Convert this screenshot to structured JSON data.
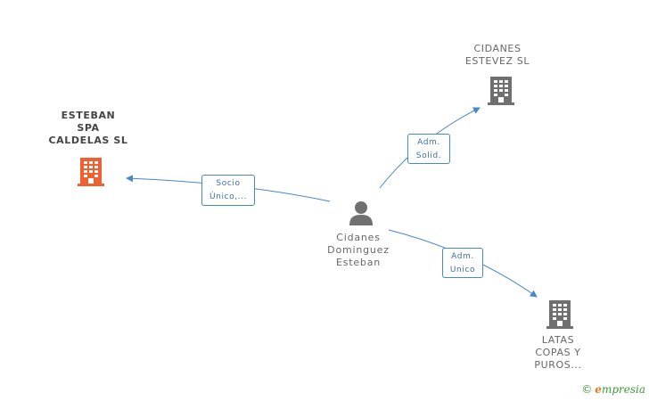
{
  "nodes": {
    "esteban": {
      "lines": [
        "ESTEBAN",
        "SPA",
        "CALDELAS SL"
      ],
      "color": "#f06030"
    },
    "cidanes_estevez": {
      "lines": [
        "CIDANES",
        "ESTEVEZ SL"
      ],
      "color": "#707070"
    },
    "latas": {
      "lines": [
        "LATAS",
        "COPAS Y",
        "PUROS..."
      ],
      "color": "#707070"
    },
    "person": {
      "lines": [
        "Cidanes",
        "Dominguez",
        "Esteban"
      ],
      "color": "#707070"
    }
  },
  "edges": {
    "socio": {
      "lines": [
        "Socio",
        "Único,..."
      ]
    },
    "adm_solid": {
      "lines": [
        "Adm.",
        "Solid."
      ]
    },
    "adm_unico": {
      "lines": [
        "Adm.",
        "Unico"
      ]
    }
  },
  "colors": {
    "edge": "#4a86c8"
  },
  "credit": {
    "symbol": "©",
    "initial": "e",
    "rest": "mpresia"
  }
}
